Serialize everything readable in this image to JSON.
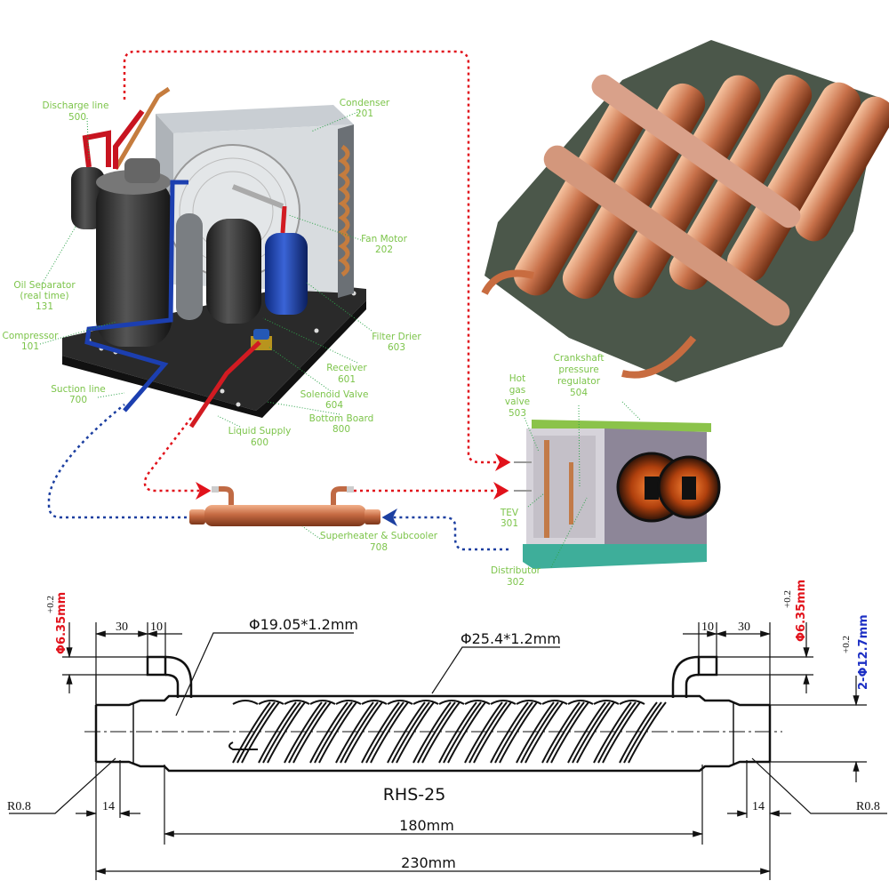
{
  "system_diagram": {
    "components": [
      {
        "name": "Discharge line",
        "code": "500"
      },
      {
        "name": "Condenser",
        "code": "201"
      },
      {
        "name": "Fan Motor",
        "code": "202"
      },
      {
        "name": "Oil Separator",
        "sub": "(real time)",
        "code": "131"
      },
      {
        "name": "Compressor",
        "code": "101"
      },
      {
        "name": "Filter Drier",
        "code": "603"
      },
      {
        "name": "Receiver",
        "code": "601"
      },
      {
        "name": "Solenoid Valve",
        "code": "604"
      },
      {
        "name": "Bottom Board",
        "code": "800"
      },
      {
        "name": "Suction line",
        "code": "700"
      },
      {
        "name": "Liquid Supply",
        "code": "600"
      },
      {
        "name": "Superheater & Subcooler",
        "code": "708"
      },
      {
        "name_lines": [
          "Hot",
          "gas",
          "valve"
        ],
        "code": "503"
      },
      {
        "name_lines": [
          "Crankshaft",
          "pressure",
          "regulator"
        ],
        "code": "504"
      },
      {
        "name": "TEV",
        "code": "301"
      },
      {
        "name": "Distributor",
        "code": "302"
      }
    ],
    "colors": {
      "label": "#7cc44a",
      "hot_line": "#e1121b",
      "cold_line": "#1c3fa0",
      "copper": "#c0704a"
    }
  },
  "drawing": {
    "model": "RHS-25",
    "inner_tube": "Φ19.05*1.2mm",
    "outer_tube": "Φ25.4*1.2mm",
    "port_left": "Φ6.35mm",
    "port_right": "Φ6.35mm",
    "tolerance": "+0.2",
    "end_ports": "2-Φ12.7mm",
    "dim_30": "30",
    "dim_10": "10",
    "dim_14": "14",
    "radius": "R0.8",
    "inner_length": "180mm",
    "overall_length": "230mm"
  }
}
